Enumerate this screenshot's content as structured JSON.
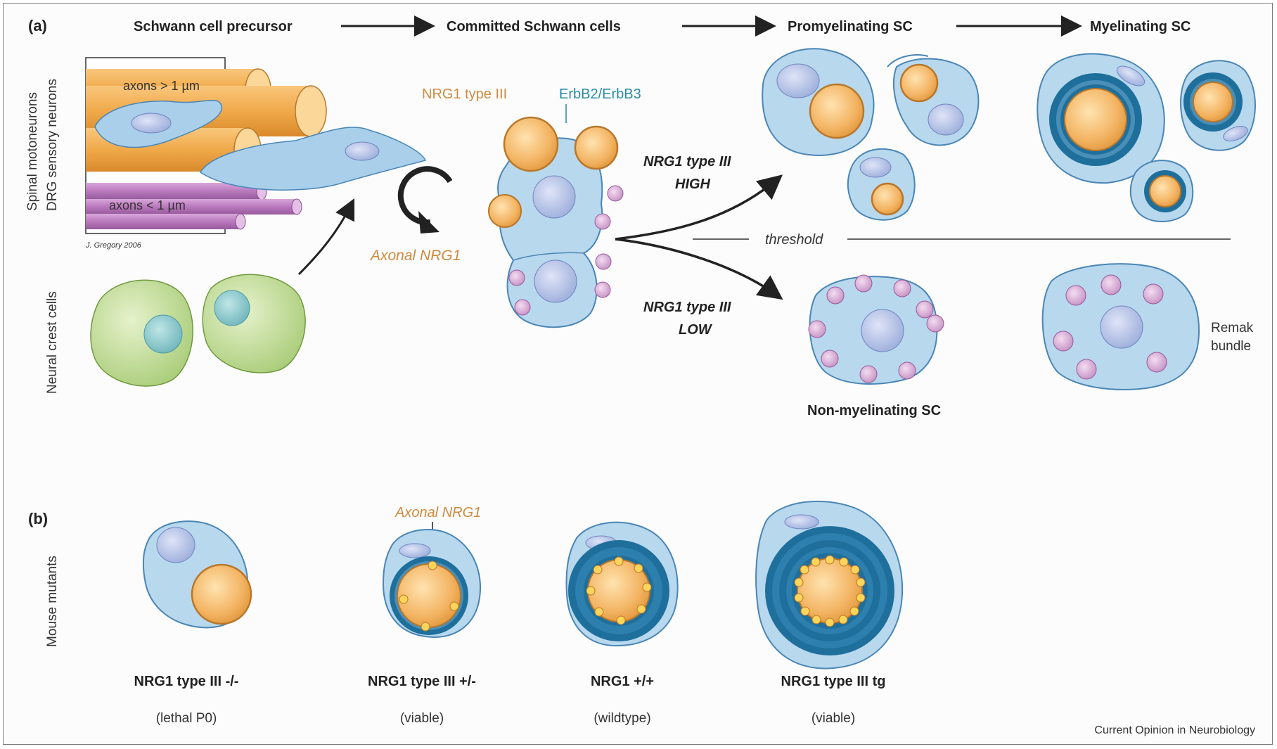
{
  "panel_a": {
    "label": "(a)",
    "stages": [
      "Schwann cell precursor",
      "Committed Schwann cells",
      "Promyelinating SC",
      "Myelinating SC"
    ],
    "side_label_top_line1": "Spinal motoneurons",
    "side_label_top_line2": "DRG sensory neurons",
    "side_label_bottom": "Neural crest cells",
    "axons_large": "axons > 1 µm",
    "axons_small": "axons < 1 µm",
    "credit": "J. Gregory 2006",
    "nrg1_type3": "NRG1 type III",
    "erbb": "ErbB2/ErbB3",
    "axonal_nrg1": "Axonal NRG1",
    "high_line1": "NRG1 type III",
    "high_line2": "HIGH",
    "low_line1": "NRG1 type III",
    "low_line2": "LOW",
    "threshold": "threshold",
    "non_myelinating": "Non-myelinating SC",
    "remak_line1": "Remak",
    "remak_line2": "bundle"
  },
  "panel_b": {
    "label": "(b)",
    "side_label": "Mouse mutants",
    "axonal_nrg1": "Axonal NRG1",
    "mutants": [
      {
        "name": "NRG1 type III -/-",
        "note": "(lethal P0)"
      },
      {
        "name": "NRG1 type III +/-",
        "note": "(viable)"
      },
      {
        "name": "NRG1 +/+",
        "note": "(wildtype)"
      },
      {
        "name": "NRG1 type III tg",
        "note": "(viable)"
      }
    ]
  },
  "journal": "Current Opinion in Neurobiology",
  "colors": {
    "cell_blue": "#b8d8ee",
    "cell_edge": "#4a86b5",
    "myelin": "#1f6f9c",
    "axon_orange": "#f2b35a",
    "nrg_orange": "#c87a2a",
    "erbb_teal": "#2a8aa8",
    "neural_crest_green": "#bcd98c",
    "receptor_pink": "#d6a6d6",
    "axon_purple": "#b071b8"
  }
}
